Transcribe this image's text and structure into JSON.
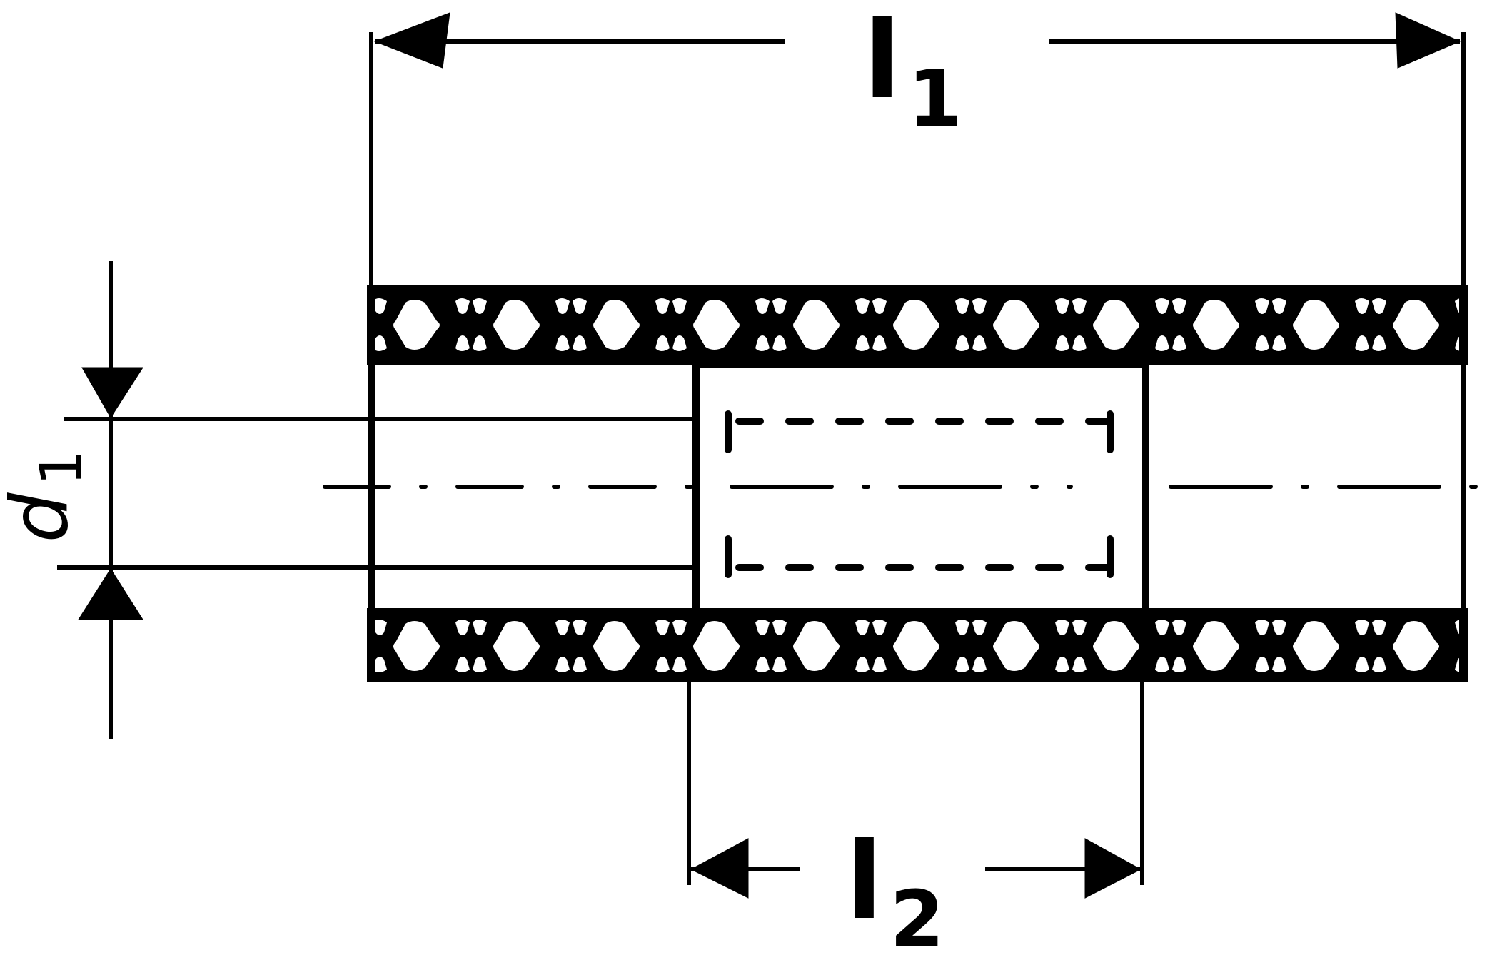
{
  "diagram": {
    "type": "technical-drawing",
    "subject": "tube sleeve / coupling with braided wall, cross section",
    "colors": {
      "ink": "#000000",
      "background": "#ffffff"
    },
    "dimensions": {
      "l1": {
        "symbol": "l",
        "subscript": "1",
        "meaning": "overall length"
      },
      "l2": {
        "symbol": "l",
        "subscript": "2",
        "meaning": "inner insert length"
      },
      "d1": {
        "symbol": "d",
        "subscript": "1",
        "meaning": "inner diameter"
      }
    }
  }
}
